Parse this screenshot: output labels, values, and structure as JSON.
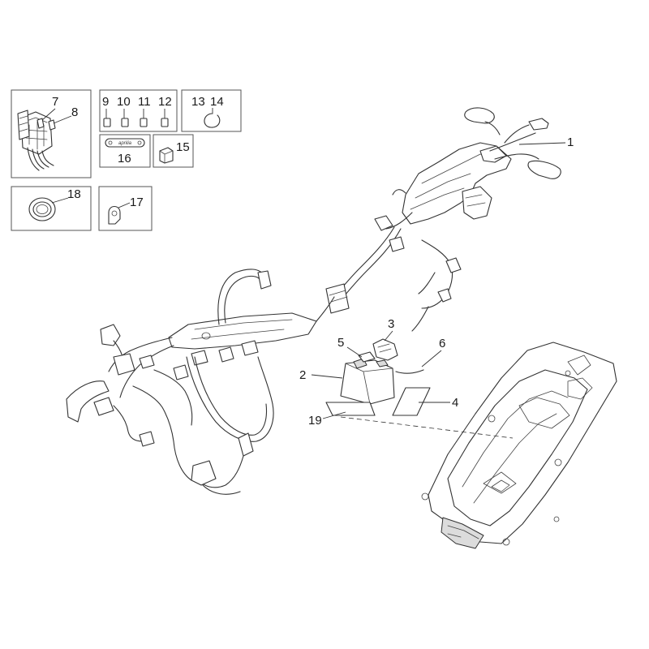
{
  "callouts": {
    "c1": "1",
    "c2": "2",
    "c3": "3",
    "c4": "4",
    "c5": "5",
    "c6": "6",
    "c7": "7",
    "c8": "8",
    "c9": "9",
    "c10": "10",
    "c11": "11",
    "c12": "12",
    "c13": "13",
    "c14": "14",
    "c15": "15",
    "c16": "16",
    "c17": "17",
    "c18": "18",
    "c19": "19"
  },
  "brand_logo": "aprilia"
}
